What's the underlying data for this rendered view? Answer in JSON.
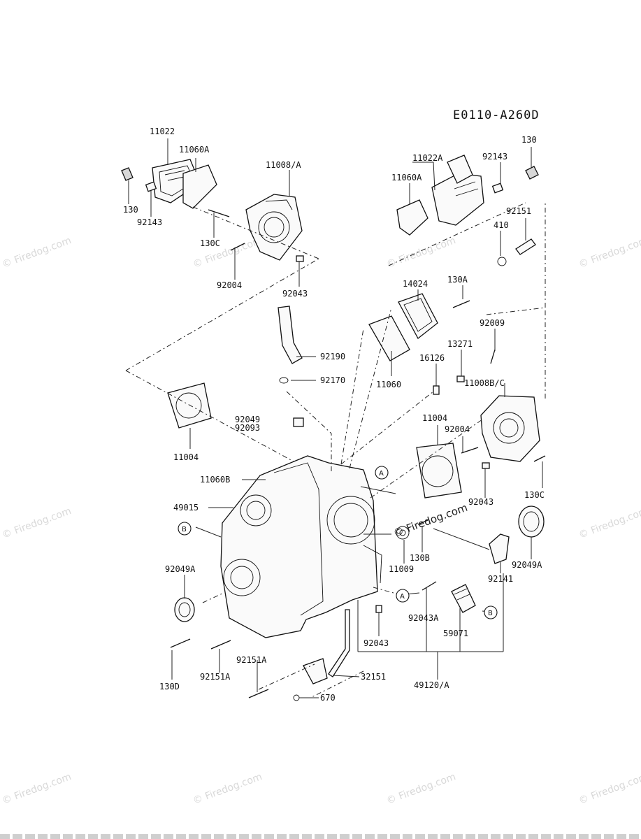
{
  "diagram_id": "E0110-A260D",
  "watermark": "© Firedog.com",
  "labels": {
    "p11022": "11022",
    "p11060A_left": "11060A",
    "p11008A": "11008/A",
    "p130_left": "130",
    "p92143_left": "92143",
    "p130C_upper": "130C",
    "p92004_upper": "92004",
    "p92043_upper": "92043",
    "p11022A": "11022A",
    "p92143_right": "92143",
    "p130_right": "130",
    "p11060A_right": "11060A",
    "p410": "410",
    "p92151": "92151",
    "p14024": "14024",
    "p130A": "130A",
    "p92009": "92009",
    "p92190": "92190",
    "p92170": "92170",
    "p11060": "11060",
    "p13271": "13271",
    "p16126": "16126",
    "p11008BC": "11008B/C",
    "p11004_left": "11004",
    "p92049": "92049",
    "p92093": "92093",
    "p11004_right": "11004",
    "p92004_right": "92004",
    "p11060B": "11060B",
    "p49015": "49015",
    "p130C_lower": "130C",
    "p92043_right": "92043",
    "p11009": "11009",
    "p130B": "130B",
    "p92049A_left": "92049A",
    "p92141": "92141",
    "p92049A_right": "92049A",
    "p92043A": "92043A",
    "p59071": "59071",
    "p92043_bottom": "92043",
    "p130D": "130D",
    "p92151A_left": "92151A",
    "p92151A_right": "92151A",
    "p32151": "32151",
    "p670": "670",
    "p49120A": "49120/A"
  },
  "ref_marks": {
    "a": "A",
    "b": "B"
  }
}
